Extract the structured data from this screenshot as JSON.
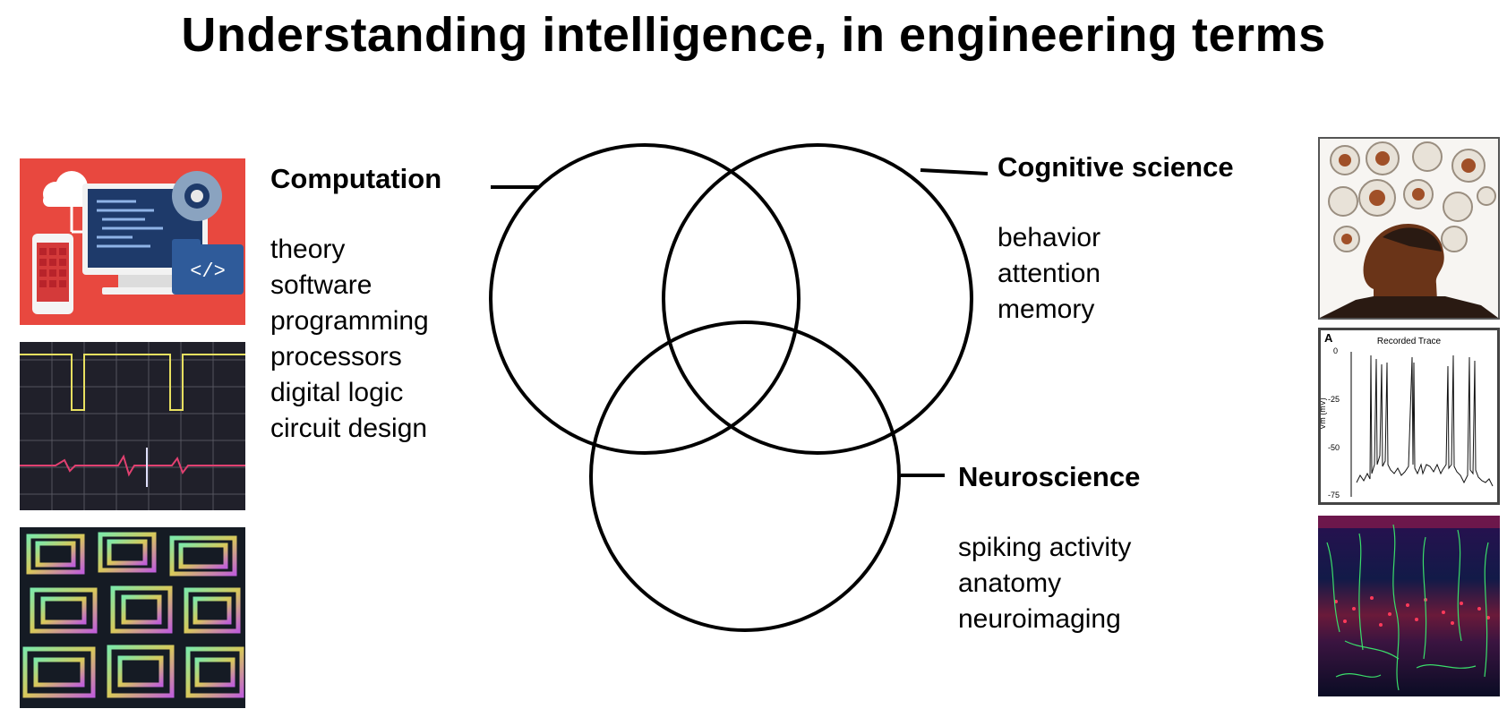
{
  "slide": {
    "title": "Understanding intelligence, in engineering terms",
    "computation": {
      "heading": "Computation",
      "items": [
        "theory",
        "software",
        "programming",
        "processors",
        "digital logic",
        "circuit design"
      ]
    },
    "cognitive": {
      "heading": "Cognitive science",
      "items": [
        "behavior",
        "attention",
        "memory"
      ]
    },
    "neuro": {
      "heading": "Neuroscience",
      "items": [
        "spiking activity",
        "anatomy",
        "neuroimaging"
      ]
    },
    "trace": {
      "panel_label": "A",
      "title": "Recorded Trace",
      "ylabel": "Vm (mV)",
      "yticks": [
        "0",
        "-25",
        "-50",
        "-75"
      ]
    },
    "icons": {
      "computer": "computer-cloud-code-icon",
      "oscilloscope": "oscilloscope-waveform-image",
      "chip": "microchip-circuit-image",
      "mind": "head-thoughts-image",
      "tissue": "neural-tissue-image"
    }
  }
}
